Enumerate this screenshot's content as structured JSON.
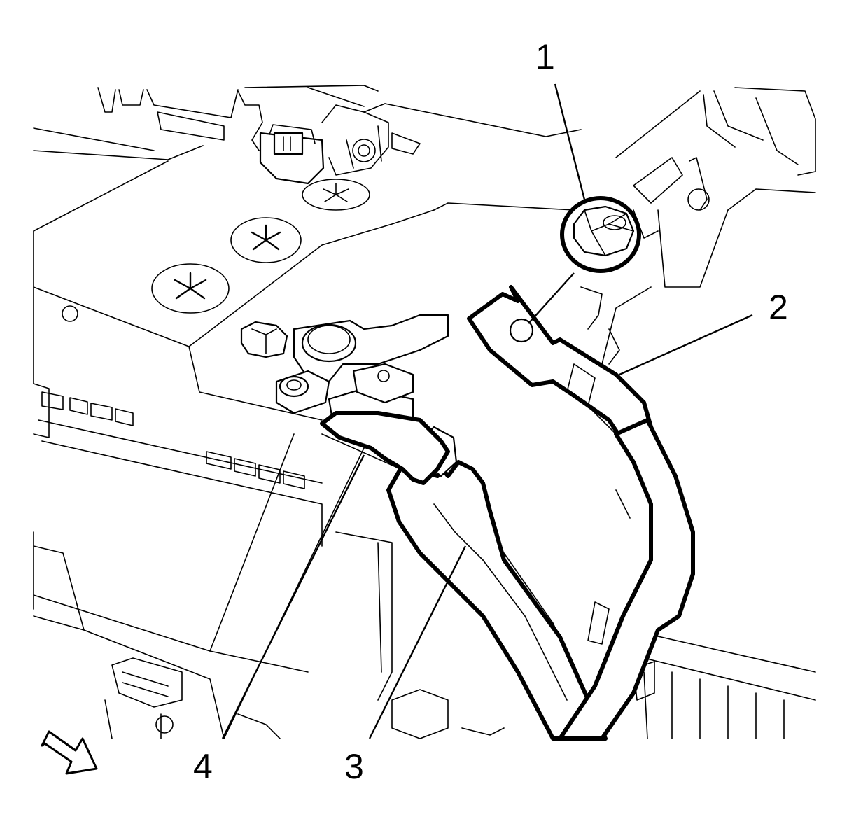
{
  "figure": {
    "callouts": [
      {
        "id": "1",
        "label": "1"
      },
      {
        "id": "2",
        "label": "2"
      },
      {
        "id": "3",
        "label": "3"
      },
      {
        "id": "4",
        "label": "4"
      }
    ],
    "direction_arrow_icon": "front-arrow-icon"
  }
}
